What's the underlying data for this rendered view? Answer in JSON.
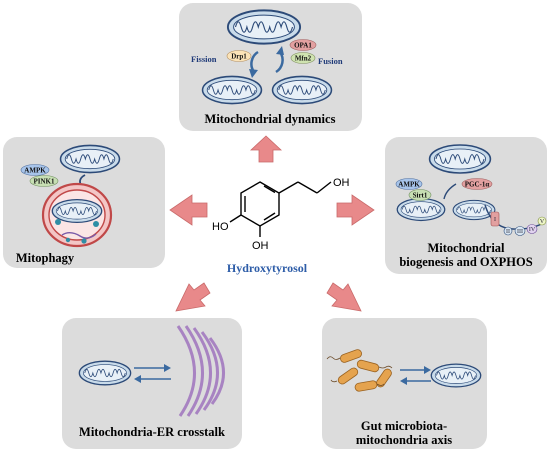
{
  "center": {
    "name": "Hydroxytyrosol",
    "atoms": {
      "oh_top": "OH",
      "ho_left": "HO",
      "oh_bottom": "OH"
    }
  },
  "panels": {
    "dynamics": {
      "title": "Mitochondrial dynamics",
      "left_label": "Fission",
      "right_label": "Fusion",
      "tags": [
        "Drp1",
        "OPA1",
        "Mfn2"
      ]
    },
    "mitophagy": {
      "title": "Mitophagy",
      "tags": [
        "AMPK",
        "PINK1"
      ]
    },
    "biogenesis": {
      "title_line1": "Mitochondrial",
      "title_line2": "biogenesis and OXPHOS",
      "tags": [
        "AMPK",
        "Sirt1",
        "PGC-1α"
      ],
      "complexes": [
        "I",
        "II",
        "III",
        "IV",
        "V"
      ]
    },
    "er": {
      "title": "Mitochondria-ER crosstalk"
    },
    "gut": {
      "title_line1": "Gut microbiota-",
      "title_line2": "mitochondria axis"
    }
  },
  "colors": {
    "panel_bg": "#dcdcdc",
    "arrow": "#e8898a",
    "mito_fill": "#c9dbea",
    "mito_stroke": "#2c4a78",
    "title_blue": "#2e5da8",
    "bacteria": "#e5a34e",
    "er": "#a883c2"
  },
  "icons": [
    "mitochondrion-icon",
    "autophagosome-icon",
    "er-icon",
    "bacteria-icon",
    "cycle-arrows-icon",
    "exchange-arrows-icon"
  ]
}
